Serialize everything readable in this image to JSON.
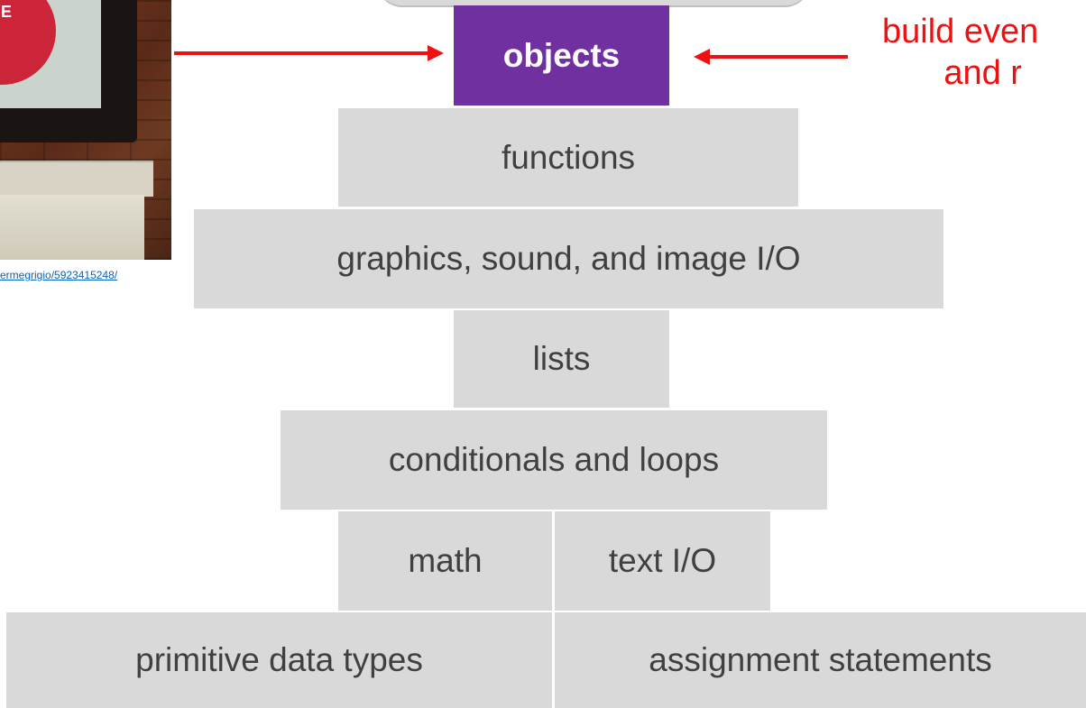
{
  "photo": {
    "sign_text": "ARE\nE",
    "credit": "ermegrigio/5923415248/"
  },
  "pyramid": {
    "objects": "objects",
    "functions": "functions",
    "graphics": "graphics, sound, and image I/O",
    "lists": "lists",
    "conditionals": "conditionals and loops",
    "math": "math",
    "text_io": "text I/O",
    "primitive": "primitive data types",
    "assignment": "assignment statements"
  },
  "caption": {
    "line1": "build even",
    "line2": "and r"
  },
  "colors": {
    "highlight": "#7030a0",
    "block": "#d9d9d9",
    "arrow": "#ee1111",
    "text": "#404040"
  }
}
